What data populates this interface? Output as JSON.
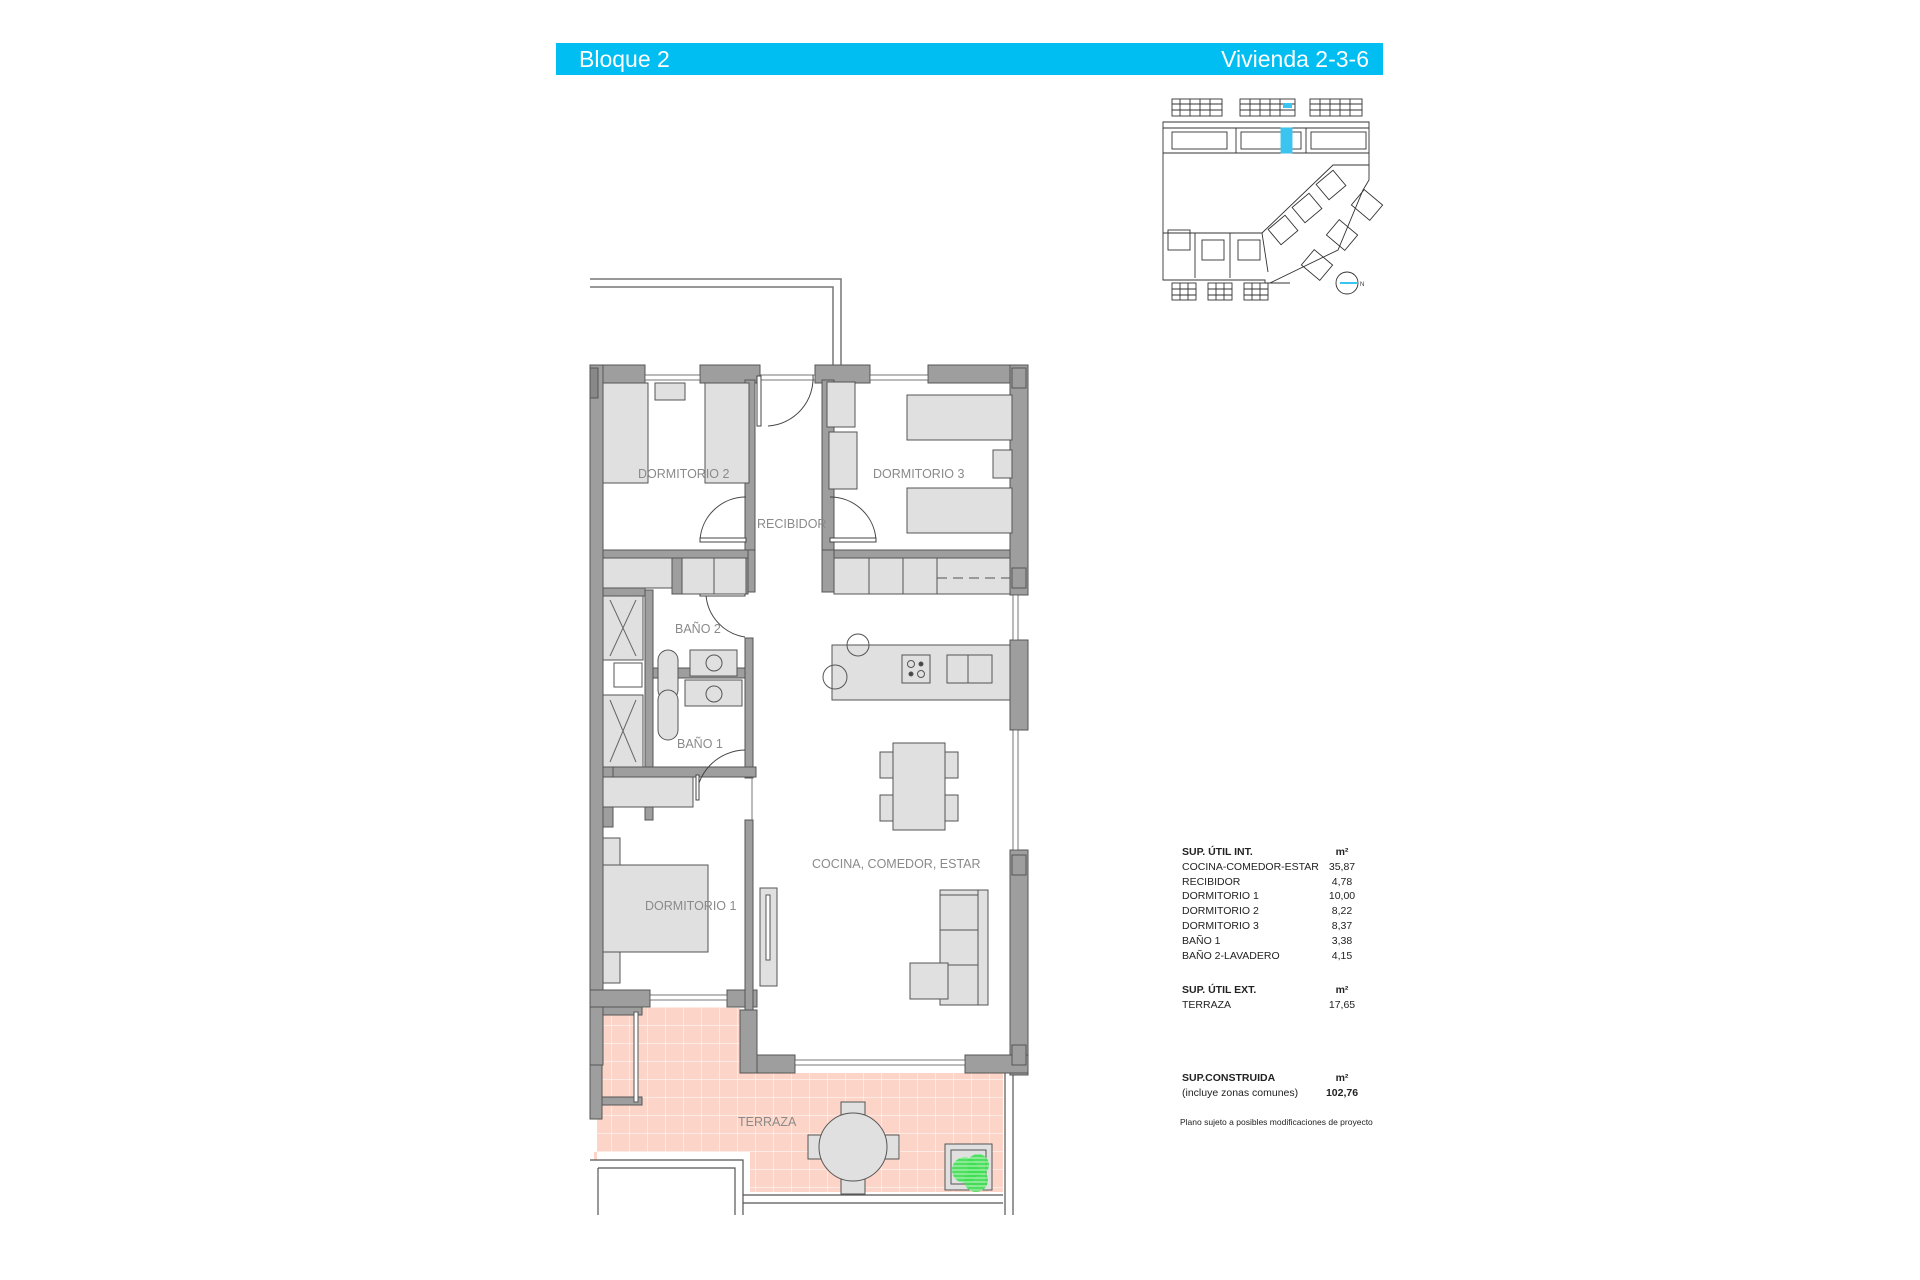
{
  "header": {
    "block": "Bloque 2",
    "unit": "Vivienda 2-3-6",
    "bar_color": "#00bdf2"
  },
  "floor_plan": {
    "rooms": {
      "dormitorio_2": "DORMITORIO 2",
      "dormitorio_3": "DORMITORIO 3",
      "recibidor": "RECIBIDOR",
      "bano_2": "BAÑO 2",
      "bano_1": "BAÑO 1",
      "dormitorio_1": "DORMITORIO 1",
      "cocina": "COCINA, COMEDOR, ESTAR",
      "terraza": "TERRAZA"
    },
    "colors": {
      "wall": "#9e9e9e",
      "furniture": "#e0e0e0",
      "terrace": "#fcd5c8",
      "plant": "#3ee052",
      "highlight": "#3cc4f0"
    }
  },
  "site_plan": {
    "north_label": "N"
  },
  "areas": {
    "interior": {
      "title": "SUP. ÚTIL INT.",
      "unit": "m²",
      "rows": [
        {
          "name": "COCINA-COMEDOR-ESTAR",
          "value": "35,87"
        },
        {
          "name": "RECIBIDOR",
          "value": "4,78"
        },
        {
          "name": "DORMITORIO 1",
          "value": "10,00"
        },
        {
          "name": "DORMITORIO 2",
          "value": "8,22"
        },
        {
          "name": "DORMITORIO 3",
          "value": "8,37"
        },
        {
          "name": "BAÑO 1",
          "value": "3,38"
        },
        {
          "name": "BAÑO 2-LAVADERO",
          "value": "4,15"
        }
      ]
    },
    "exterior": {
      "title": "SUP. ÚTIL EXT.",
      "unit": "m²",
      "rows": [
        {
          "name": "TERRAZA",
          "value": "17,65"
        }
      ]
    },
    "built": {
      "title": "SUP.CONSTRUIDA",
      "unit": "m²",
      "subtitle": "(incluye zonas comunes)",
      "value": "102,76"
    },
    "note": "Plano sujeto a posibles modificaciones de proyecto"
  }
}
